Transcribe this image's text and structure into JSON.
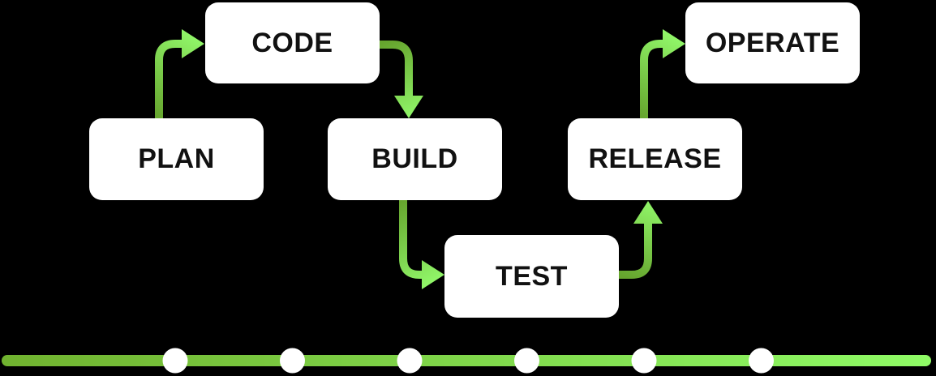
{
  "diagram": {
    "type": "flow",
    "stages": [
      {
        "id": "plan",
        "label": "PLAN"
      },
      {
        "id": "code",
        "label": "CODE"
      },
      {
        "id": "build",
        "label": "BUILD"
      },
      {
        "id": "test",
        "label": "TEST"
      },
      {
        "id": "release",
        "label": "RELEASE"
      },
      {
        "id": "operate",
        "label": "OPERATE"
      }
    ],
    "edges": [
      {
        "from": "PLAN",
        "to": "CODE"
      },
      {
        "from": "CODE",
        "to": "BUILD"
      },
      {
        "from": "BUILD",
        "to": "TEST"
      },
      {
        "from": "TEST",
        "to": "RELEASE"
      },
      {
        "from": "RELEASE",
        "to": "OPERATE"
      }
    ]
  },
  "timeline": {
    "dot_count": 6
  },
  "colors": {
    "background": "#000000",
    "box_fill": "#ffffff",
    "label_text": "#111111",
    "arrow_green_dark": "#66a52e",
    "arrow_green_light": "#90f568",
    "bar_green_dark": "#70b22f",
    "bar_green_light": "#8ffb66",
    "dot_fill": "#ffffff"
  }
}
